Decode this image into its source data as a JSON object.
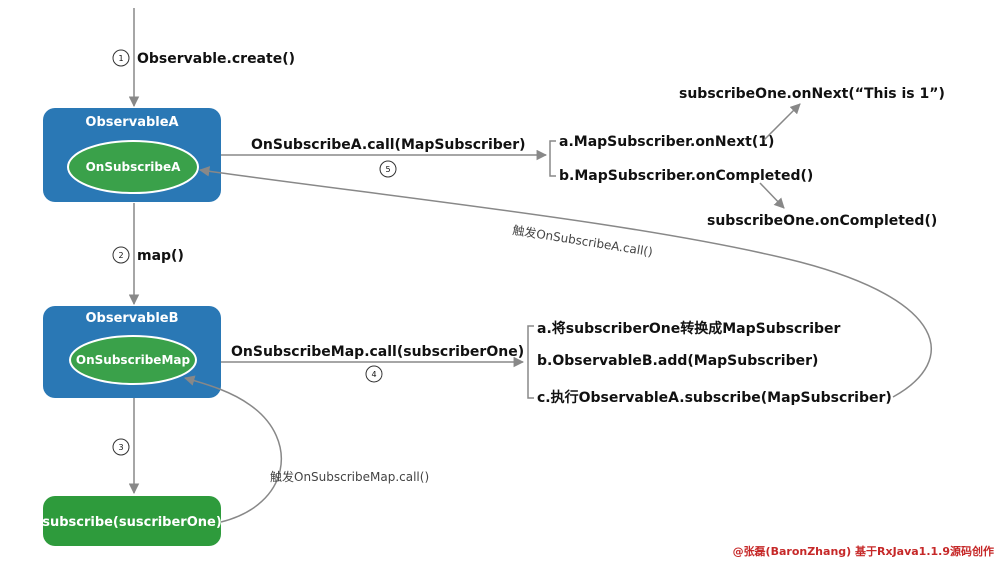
{
  "steps": [
    "1",
    "2",
    "3",
    "4",
    "5"
  ],
  "edges": {
    "create": "Observable.create()",
    "map": "map()",
    "call_a": "OnSubscribeA.call(MapSubscriber)",
    "call_map": "OnSubscribeMap.call(subscriberOne)",
    "trigger_a": "触发OnSubscribeA.call()",
    "trigger_map": "触发OnSubscribeMap.call()"
  },
  "nodes": {
    "observable_a": {
      "title": "ObservableA",
      "inner": "OnSubscribeA"
    },
    "observable_b": {
      "title": "ObservableB",
      "inner": "OnSubscribeMap"
    },
    "subscribe": {
      "label": "subscribe(suscriberOne)"
    }
  },
  "branches_a": [
    "a.MapSubscriber.onNext(1)",
    "b.MapSubscriber.onCompleted()"
  ],
  "results": [
    "subscribeOne.onNext(“This is 1”)",
    "subscribeOne.onCompleted()"
  ],
  "branches_b": [
    "a.将subscriberOne转换成MapSubscriber",
    "b.ObservableB.add(MapSubscriber)",
    "c.执行ObservableA.subscribe(MapSubscriber)"
  ],
  "credit": "@张磊(BaronZhang) 基于RxJava1.1.9源码创作",
  "colors": {
    "box_blue": "#2a78b5",
    "ellipse_green": "#3aa14a",
    "subscribe_green": "#2e9b3c",
    "arrow": "#888888"
  }
}
